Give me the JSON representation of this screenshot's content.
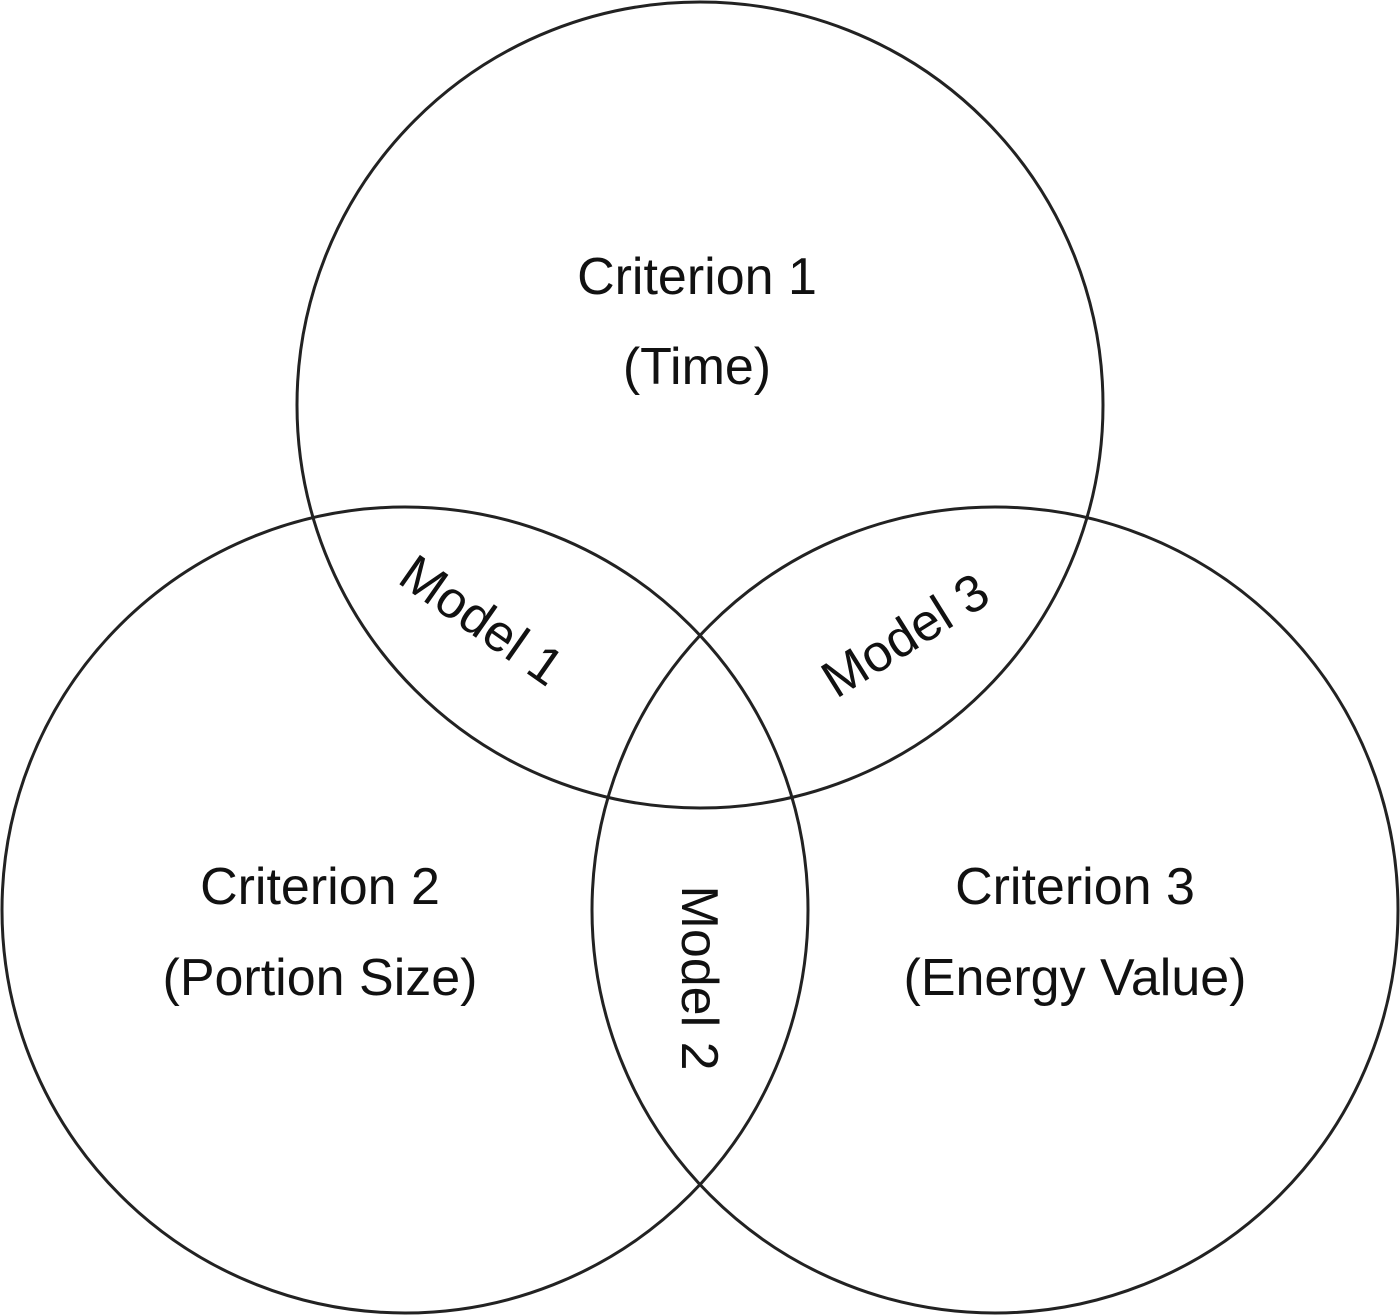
{
  "criteria": [
    {
      "title": "Criterion 1",
      "subtitle": "(Time)"
    },
    {
      "title": "Criterion 2",
      "subtitle": "(Portion Size)"
    },
    {
      "title": "Criterion 3",
      "subtitle": "(Energy Value)"
    }
  ],
  "models": [
    {
      "label": "Model 1"
    },
    {
      "label": "Model 2"
    },
    {
      "label": "Model 3"
    }
  ],
  "colors": {
    "stroke": "#222222",
    "text": "#111111",
    "background": "#ffffff"
  }
}
